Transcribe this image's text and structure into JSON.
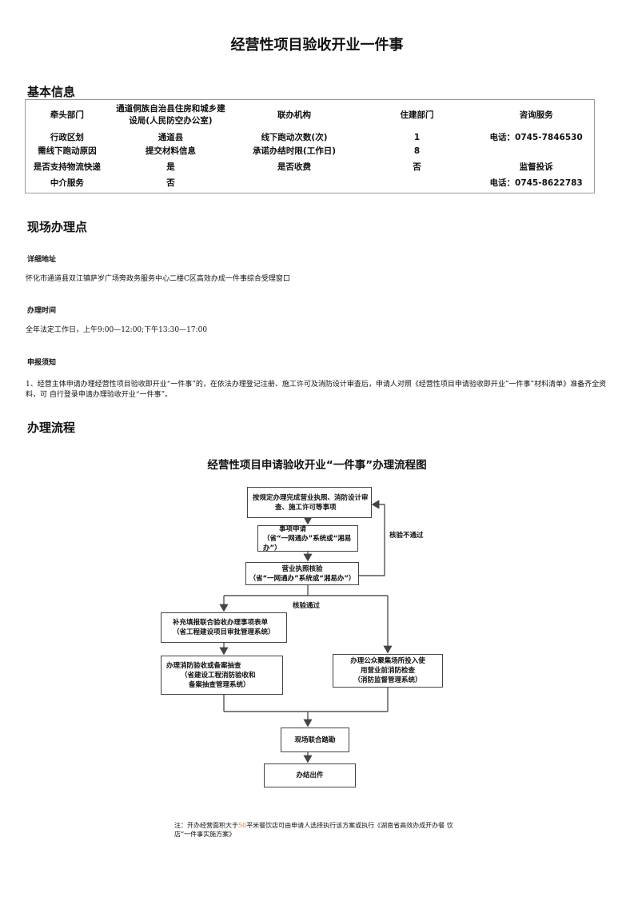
{
  "page_title": "经营性项目验收开业一件事",
  "basic_info": {
    "heading": "基本信息",
    "rows": [
      [
        "牵头部门",
        "通道侗族自治县住房和城乡建设局(人民防空办公室)",
        "联办机构",
        "住建部门",
        "咨询服务"
      ],
      [
        "行政区划",
        "通道县",
        "线下跑动次数(次)",
        "1",
        "电话：0745-7846530"
      ],
      [
        "需线下跑动原因",
        "提交材料信息",
        "承诺办结时限(工作日)",
        "8",
        ""
      ],
      [
        "是否支持物流快递",
        "是",
        "是否收费",
        "否",
        "监督投诉"
      ],
      [
        "中介服务",
        "否",
        "",
        "",
        "电话：0745-8622783"
      ]
    ]
  },
  "site": {
    "heading": "现场办理点",
    "address_label": "详细地址",
    "address": "怀化市通道县双江镇萨岁广场旁政务服务中心二楼C区高效办成一件事综合受理窗口",
    "time_label": "办理时间",
    "time": "全年法定工作日，上午9:00—12:00;下午13:30—17:00",
    "notice_label": "申报须知",
    "notice": "1、经营主体申请办理经营性项目验收即开业“一件事”的，在依法办理登记注册、施工许可及消防设计审查后，申请人对照《经营性项目申请验收即开业”一件事”材料清单》准备齐全资料，可 自行登录申请办理验收开业“一件事”。"
  },
  "process": {
    "heading": "办理流程",
    "flow_title": "经营性项目申请验收开业“一件事”办理流程图",
    "boxes": {
      "b1": [
        "按规定办理完成营业执照、消防设计审",
        "查、施工许可等事项"
      ],
      "b2": [
        "事项申请",
        "（省“一网通办”系统或“湘易办”）"
      ],
      "b3": [
        "营业执照核验",
        "（省“一网通办”系统或“湘易办”）"
      ],
      "b4": [
        "补充填报联合验收办理事项表单",
        "（省工程建设项目审批管理系统）"
      ],
      "b5": [
        "办理消防验收或备案抽查",
        "（省建设工程消防验收和",
        "备案抽查管理系统）"
      ],
      "b6": [
        "办理公众聚集场所投入使",
        "用营业前消防检查",
        "（消防监督管理系统）"
      ],
      "b7": [
        "现场联合踏勘"
      ],
      "b8": [
        "办结出件"
      ]
    },
    "label_fail": "核验不通过",
    "label_pass": "核验通过",
    "note_prefix": "注：开办经营面积大于",
    "note_highlight": "50",
    "note_suffix": "平米餐饮店可由申请人选择执行该方案或执行《湖南省高效办成开办餐 饮店“一件事实施方案》"
  }
}
